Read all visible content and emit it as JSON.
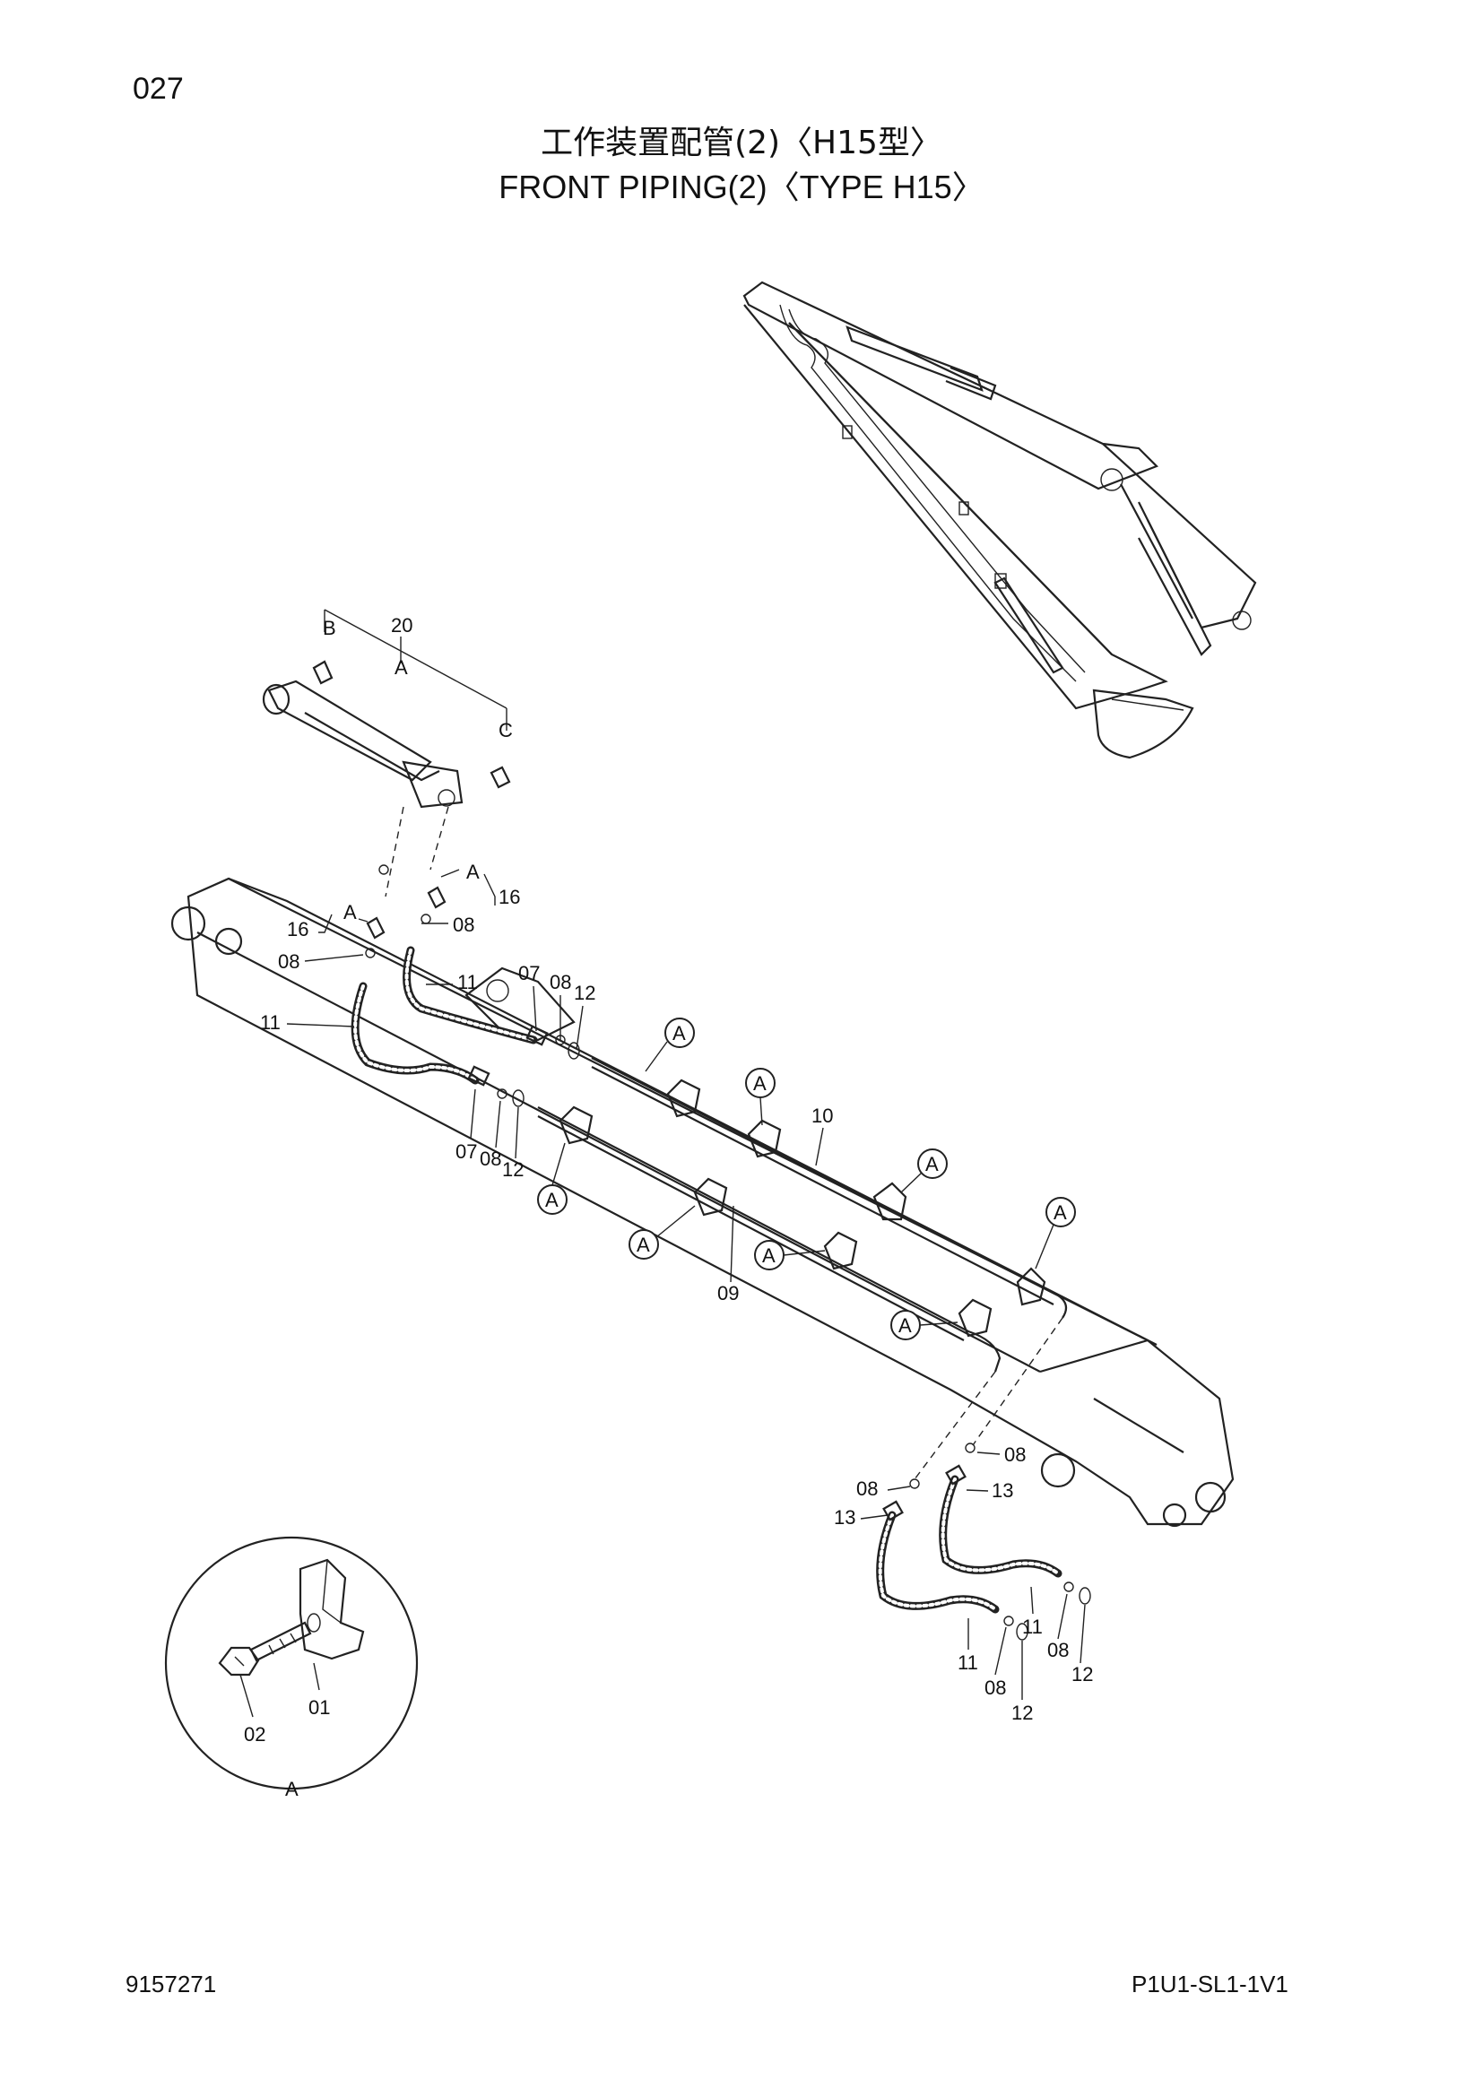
{
  "header": {
    "page_number": "027",
    "title_jp": "工作装置配管(2)〈H15型〉",
    "title_en": "FRONT PIPING(2)〈TYPE H15〉"
  },
  "footer": {
    "document_number": "9157271",
    "sheet_id": "P1U1-SL1-1V1"
  },
  "callouts": {
    "detail_ref": "A",
    "ref_b": "B",
    "ref_c": "C",
    "part_20": "20",
    "part_16": "16",
    "part_08": "08",
    "part_11": "11",
    "part_07": "07",
    "part_12": "12",
    "part_10": "10",
    "part_09": "09",
    "part_13": "13",
    "part_01": "01",
    "part_02": "02"
  }
}
